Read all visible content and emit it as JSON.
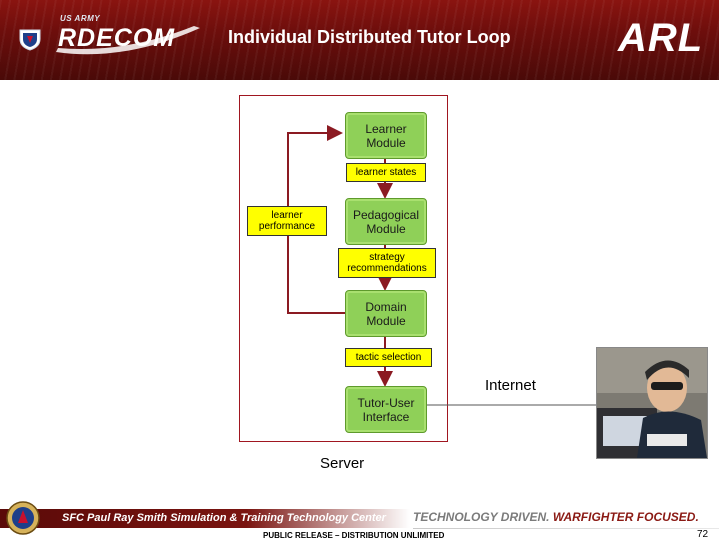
{
  "header": {
    "brand_small": "US ARMY",
    "brand": "RDECOM",
    "title": "Individual Distributed Tutor Loop",
    "right_logo": "ARL",
    "colors": {
      "bar": "#6d0e0c",
      "text": "#ffffff"
    }
  },
  "diagram": {
    "modules": [
      {
        "label_1": "Learner",
        "label_2": "Module"
      },
      {
        "label_1": "Pedagogical",
        "label_2": "Module"
      },
      {
        "label_1": "Domain",
        "label_2": "Module"
      },
      {
        "label_1": "Tutor-User",
        "label_2": "Interface"
      }
    ],
    "connectors": {
      "learner_states": "learner states",
      "strategy_1": "strategy",
      "strategy_2": "recommendations",
      "tactic": "tactic selection",
      "performance_1": "learner",
      "performance_2": "performance"
    },
    "server_label": "Server",
    "internet_label": "Internet",
    "colors": {
      "module_fill": "#8fd058",
      "label_fill": "#ffff00",
      "arrow": "#8b1a22",
      "frame": "#a01620"
    }
  },
  "footer": {
    "center_name": "SFC Paul Ray Smith Simulation & Training Technology Center",
    "tagline_part1": "TECHNOLOGY DRIVEN.",
    "tagline_part2": "WARFIGHTER FOCUSED.",
    "release": "PUBLIC RELEASE – DISTRIBUTION UNLIMITED",
    "page_number": "72"
  }
}
